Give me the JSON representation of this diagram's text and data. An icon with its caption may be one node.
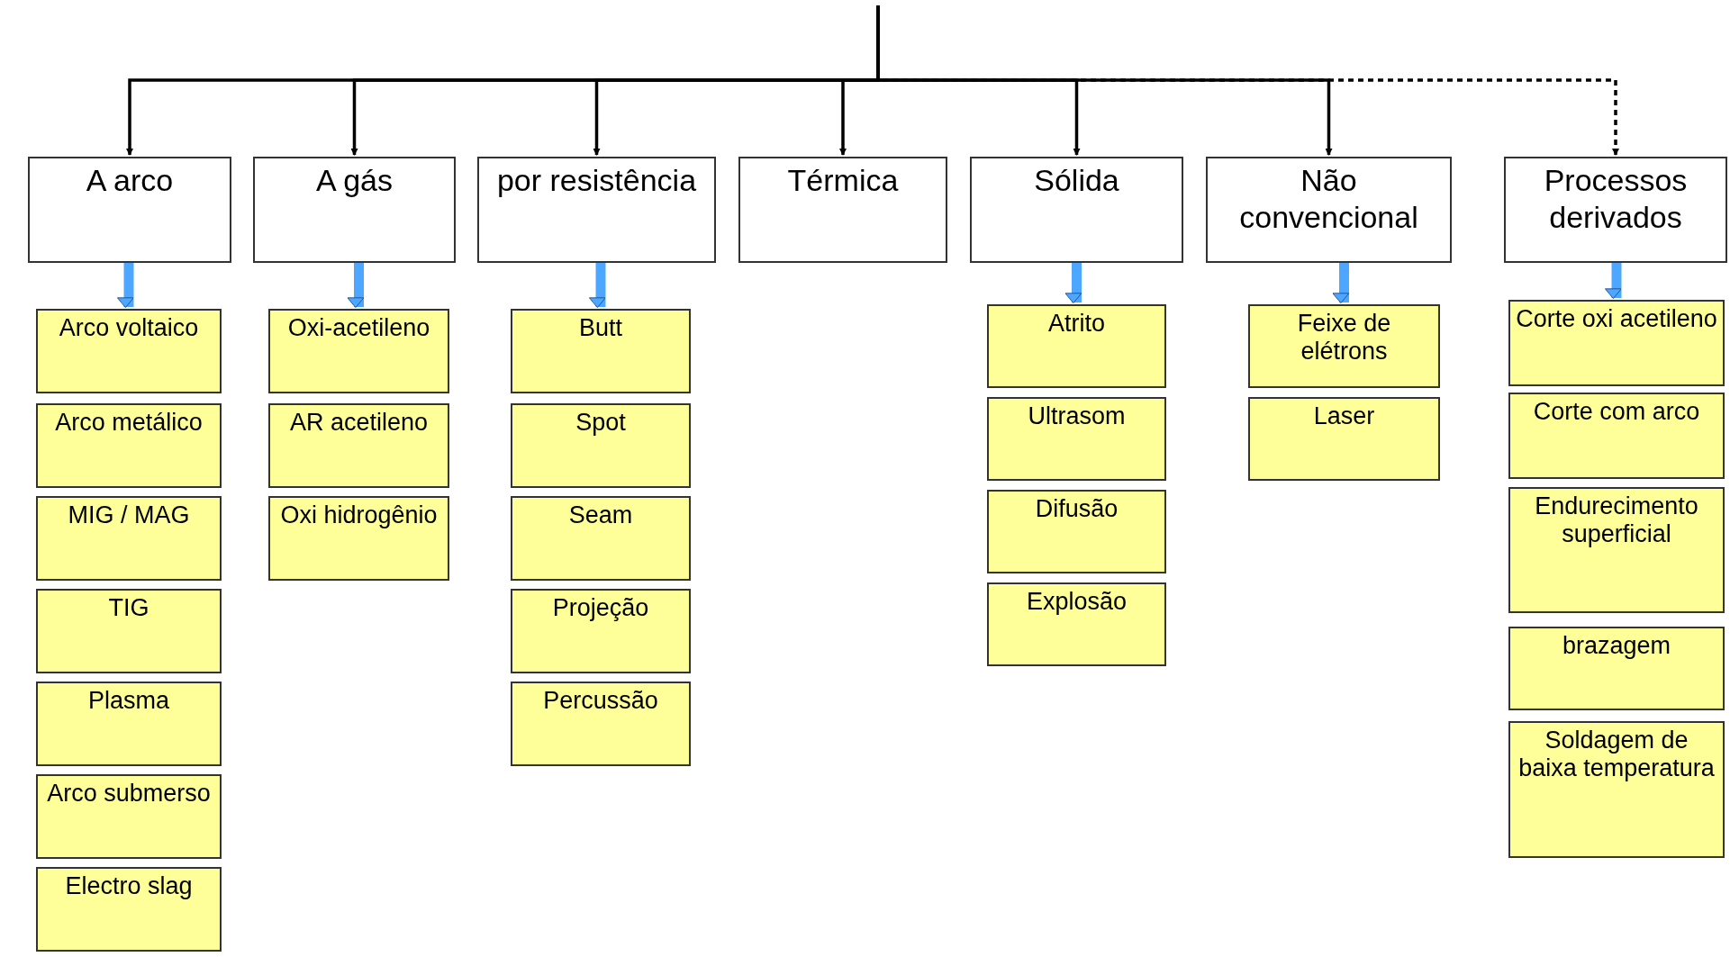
{
  "diagram": {
    "nodes": [
      {
        "text": [
          "A arco"
        ]
      },
      {
        "text": [
          "A gás"
        ]
      },
      {
        "text": [
          "por resistência"
        ]
      },
      {
        "text": [
          "Térmica"
        ]
      },
      {
        "text": [
          "Sólida"
        ]
      },
      {
        "text": [
          "Não convencional"
        ]
      },
      {
        "text": [
          "Processos derivados"
        ]
      },
      {
        "text": [
          "Arco voltaico"
        ]
      },
      {
        "text": [
          "Arco metálico"
        ]
      },
      {
        "text": [
          "MIG / MAG"
        ]
      },
      {
        "text": [
          "TIG"
        ]
      },
      {
        "text": [
          "Plasma"
        ]
      },
      {
        "text": [
          "Arco submerso"
        ]
      },
      {
        "text": [
          "Electro slag"
        ]
      },
      {
        "text": [
          "Oxi-acetileno"
        ]
      },
      {
        "text": [
          "AR acetileno"
        ]
      },
      {
        "text": [
          "Oxi hidrogênio"
        ]
      },
      {
        "text": [
          "Butt"
        ]
      },
      {
        "text": [
          "Spot"
        ]
      },
      {
        "text": [
          "Seam"
        ]
      },
      {
        "text": [
          "Projeção"
        ]
      },
      {
        "text": [
          "Percussão"
        ]
      },
      {
        "text": [
          "Atrito"
        ]
      },
      {
        "text": [
          "Ultrasom"
        ]
      },
      {
        "text": [
          "Difusão"
        ]
      },
      {
        "text": [
          "Explosão"
        ]
      },
      {
        "text": [
          "Feixe de elétrons"
        ]
      },
      {
        "text": [
          "Laser"
        ]
      },
      {
        "text": [
          "Corte oxi acetileno"
        ]
      },
      {
        "text": [
          "Corte com arco"
        ]
      },
      {
        "text": [
          "Endurecimento superficial"
        ]
      },
      {
        "text": [
          "brazagem"
        ]
      },
      {
        "text": [
          "Soldagem de baixa temperatura"
        ]
      }
    ],
    "edges": [
      {
        "from": null,
        "to": 0,
        "arrow": "to"
      },
      {
        "from": null,
        "to": 1,
        "arrow": "to"
      },
      {
        "from": null,
        "to": 2,
        "arrow": "to"
      },
      {
        "from": null,
        "to": 3,
        "arrow": "to"
      },
      {
        "from": null,
        "to": 4,
        "arrow": "to"
      },
      {
        "from": null,
        "to": 5,
        "arrow": "to"
      },
      {
        "from": null,
        "to": 6,
        "arrow": "to",
        "style": "dashed"
      },
      {
        "from": 0,
        "to": 7,
        "arrow": "to",
        "style": "thick",
        "color": "#4da6ff"
      },
      {
        "from": 1,
        "to": 14,
        "arrow": "to",
        "style": "thick",
        "color": "#4da6ff"
      },
      {
        "from": 2,
        "to": 17,
        "arrow": "to",
        "style": "thick",
        "color": "#4da6ff"
      },
      {
        "from": 4,
        "to": 22,
        "arrow": "to",
        "style": "thick",
        "color": "#4da6ff"
      },
      {
        "from": 5,
        "to": 26,
        "arrow": "to",
        "style": "thick",
        "color": "#4da6ff"
      },
      {
        "from": 6,
        "to": 28,
        "arrow": "to",
        "style": "thick",
        "color": "#4da6ff"
      }
    ]
  }
}
